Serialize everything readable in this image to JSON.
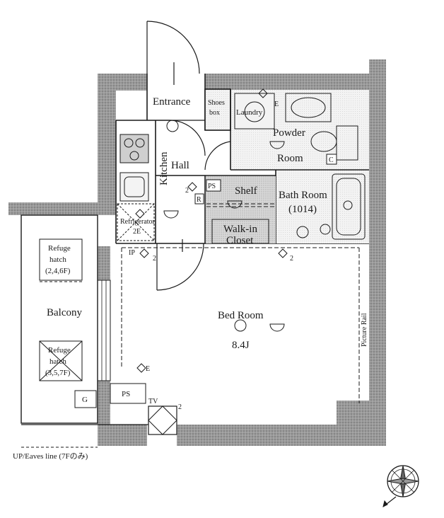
{
  "rooms": {
    "entrance": "Entrance",
    "shoes_box_line1": "Shoes",
    "shoes_box_line2": "box",
    "laundry": "Laundry",
    "powder_room_line1": "Powder",
    "powder_room_line2": "Room",
    "kitchen": "Kitchen",
    "hall": "Hall",
    "shelf": "Shelf",
    "walk_in_closet_line1": "Walk-in",
    "walk_in_closet_line2": "Closet",
    "bath_room": "Bath Room",
    "bath_size": "(1014)",
    "refrigerator": "Refrigerator",
    "bed_room": "Bed Room",
    "bed_room_size": "8.4J",
    "balcony": "Balcony",
    "picture_rail": "Picture Rail"
  },
  "hatches": [
    {
      "line1": "Refuge",
      "line2": "hatch",
      "line3": "(2,4,6F)"
    },
    {
      "line1": "Refuge",
      "line2": "hatch",
      "line3": "(3,5,7F)"
    }
  ],
  "symbols": {
    "ps_top": "PS",
    "ps_bottom": "PS",
    "r": "R",
    "c": "C",
    "g": "G",
    "ip": "IP",
    "tv": "TV",
    "e_laundry": "E",
    "e_bed": "E",
    "refrigerator_outlet": "2E",
    "outlet_count_hall": "2",
    "outlet_count_bed_left": "2",
    "outlet_count_bed_right": "2",
    "outlet_count_tv": "2"
  },
  "notes": {
    "eaves_line": "UP/Eaves line (7Fのみ)"
  },
  "colors": {
    "wall": "#8e8e8e",
    "line": "#1a1a1a",
    "floor_wet": "#ebebeb"
  }
}
